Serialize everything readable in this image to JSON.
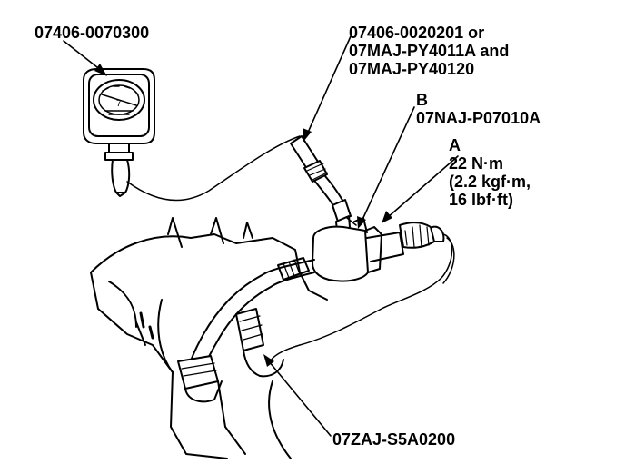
{
  "labels": {
    "gauge_part": "07406-0070300",
    "hose_option_line1": "07406-0020201 or",
    "hose_option_line2": "07MAJ-PY4011A and",
    "hose_option_line3": "07MAJ-PY40120",
    "callout_b_letter": "B",
    "callout_b_part": "07NAJ-P07010A",
    "callout_a_letter": "A",
    "torque_nm": "22 N·m",
    "torque_kgfm": "(2.2 kgf·m,",
    "torque_lbfft": "16 lbf·ft)",
    "adapter_part": "07ZAJ-S5A0200"
  },
  "gauge": {
    "dial_mark": "7"
  }
}
